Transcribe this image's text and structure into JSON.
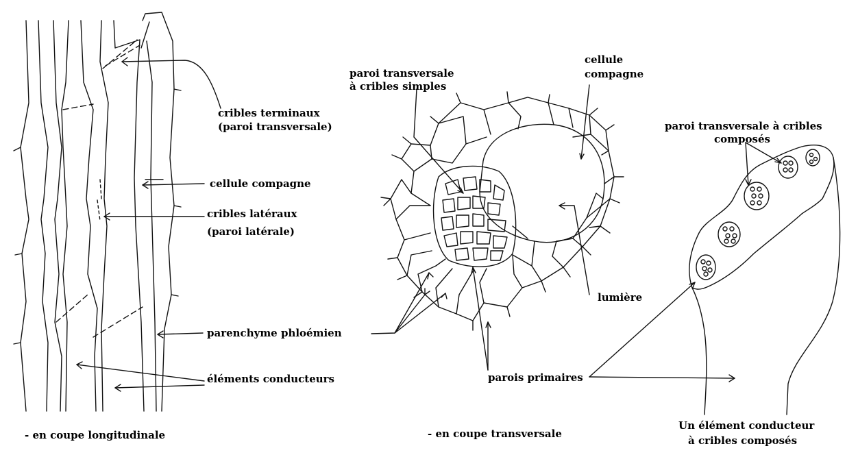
{
  "labels": {
    "cribles_terminaux": "cribles terminaux",
    "paroi_transversale_paren": "(paroi transversale)",
    "cellule_compagne_left": "cellule compagne",
    "cribles_lateraux": "cribles latéraux",
    "paroi_laterale": "(paroi latérale)",
    "parenchyme": "parenchyme phloémien",
    "elements_conducteurs": "éléments conducteurs",
    "coupe_longitudinale": "- en coupe longitudinale",
    "paroi_cribles_simples_1": "paroi transversale",
    "paroi_cribles_simples_2": "à cribles simples",
    "cellule_compagne_mid_1": "cellule",
    "cellule_compagne_mid_2": "compagne",
    "lumiere": "lumière",
    "parois_primaires": "parois primaires",
    "coupe_transversale": "- en coupe transversale",
    "paroi_cribles_composes_1": "paroi transversale à cribles",
    "paroi_cribles_composes_2": "composés",
    "element_conducteur_1": "Un élément conducteur",
    "element_conducteur_2": "à cribles composés"
  }
}
